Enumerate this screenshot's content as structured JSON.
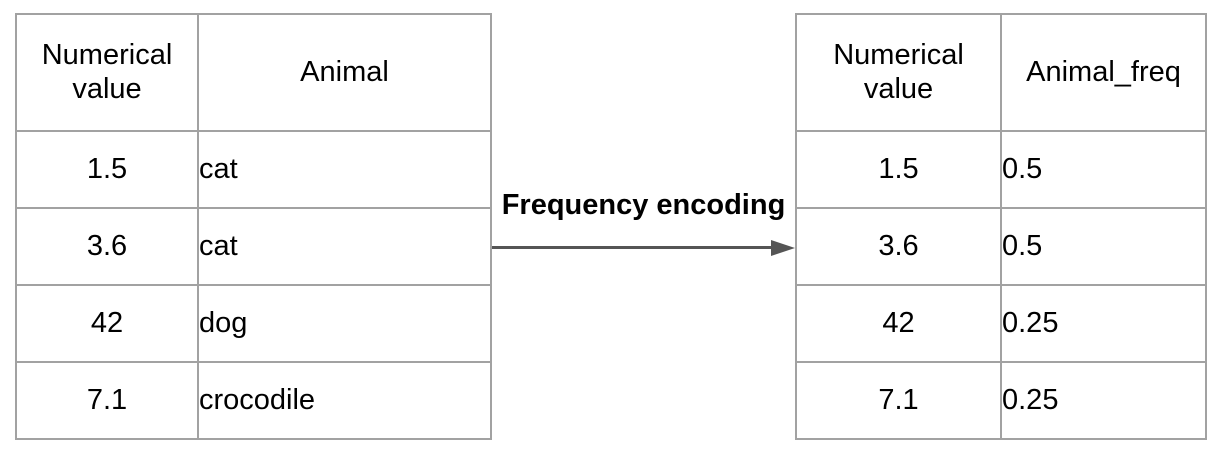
{
  "diagram": {
    "label": "Frequency encoding"
  },
  "left_table": {
    "headers": [
      "Numerical\nvalue",
      "Animal"
    ],
    "rows": [
      [
        "1.5",
        "cat"
      ],
      [
        "3.6",
        "cat"
      ],
      [
        "42",
        "dog"
      ],
      [
        "7.1",
        "crocodile"
      ]
    ]
  },
  "right_table": {
    "headers": [
      "Numerical\nvalue",
      "Animal_freq"
    ],
    "rows": [
      [
        "1.5",
        "0.5"
      ],
      [
        "3.6",
        "0.5"
      ],
      [
        "42",
        "0.25"
      ],
      [
        "7.1",
        "0.25"
      ]
    ]
  },
  "colors": {
    "table_border": "#a2a2a2",
    "arrow": "#555555",
    "text": "#000000",
    "background": "#ffffff"
  }
}
